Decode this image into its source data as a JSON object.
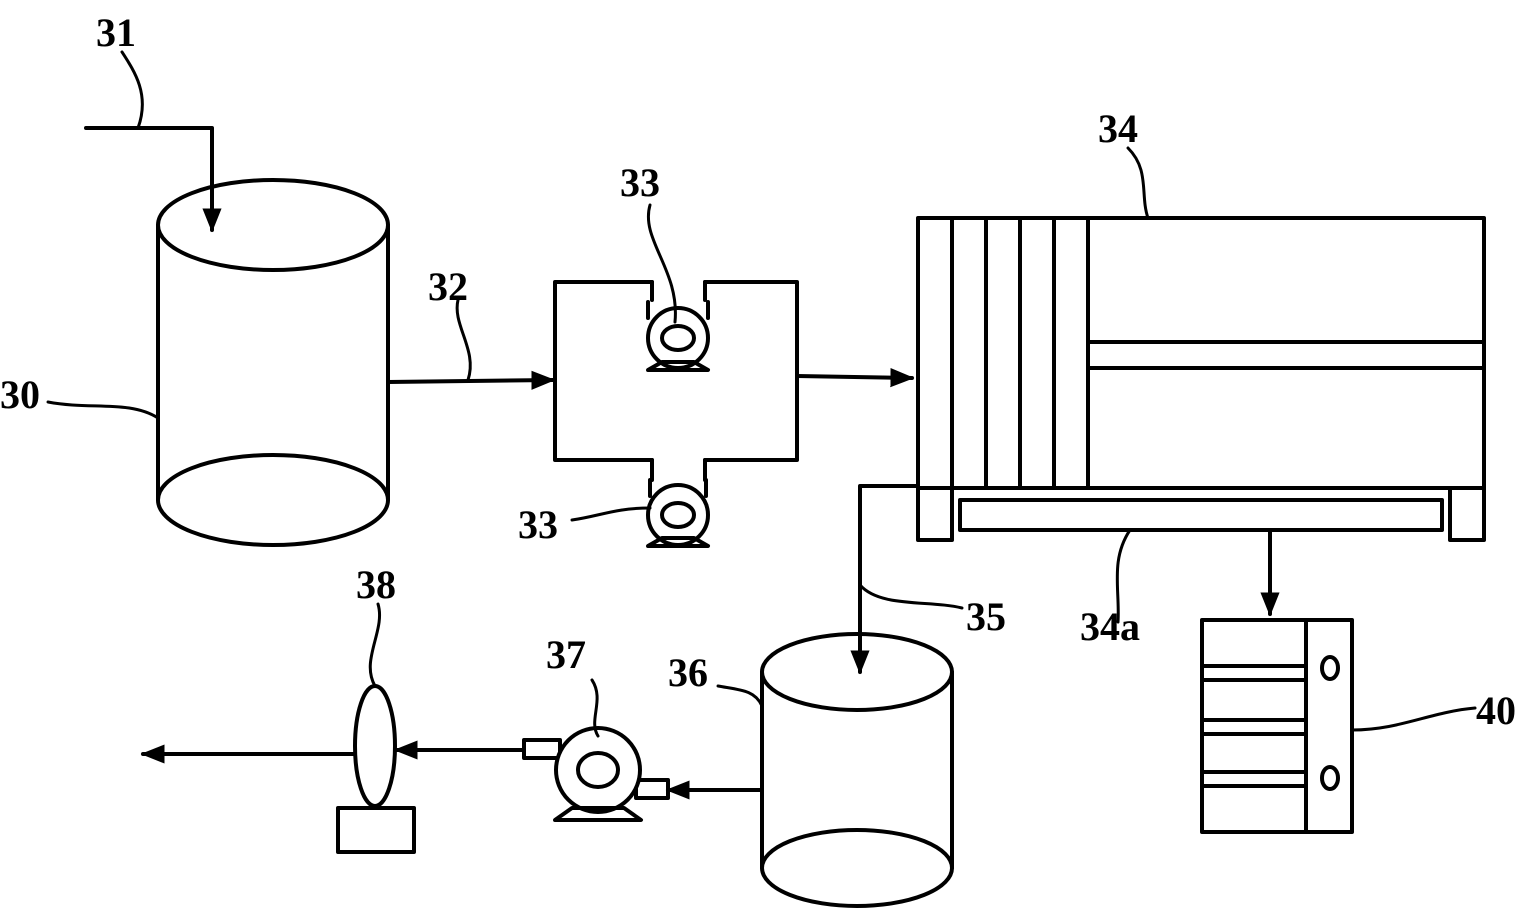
{
  "labels": {
    "l30": "30",
    "l31": "31",
    "l32": "32",
    "l33_top": "33",
    "l33_bottom": "33",
    "l34": "34",
    "l34a": "34a",
    "l35": "35",
    "l36": "36",
    "l37": "37",
    "l38": "38",
    "l40": "40"
  }
}
